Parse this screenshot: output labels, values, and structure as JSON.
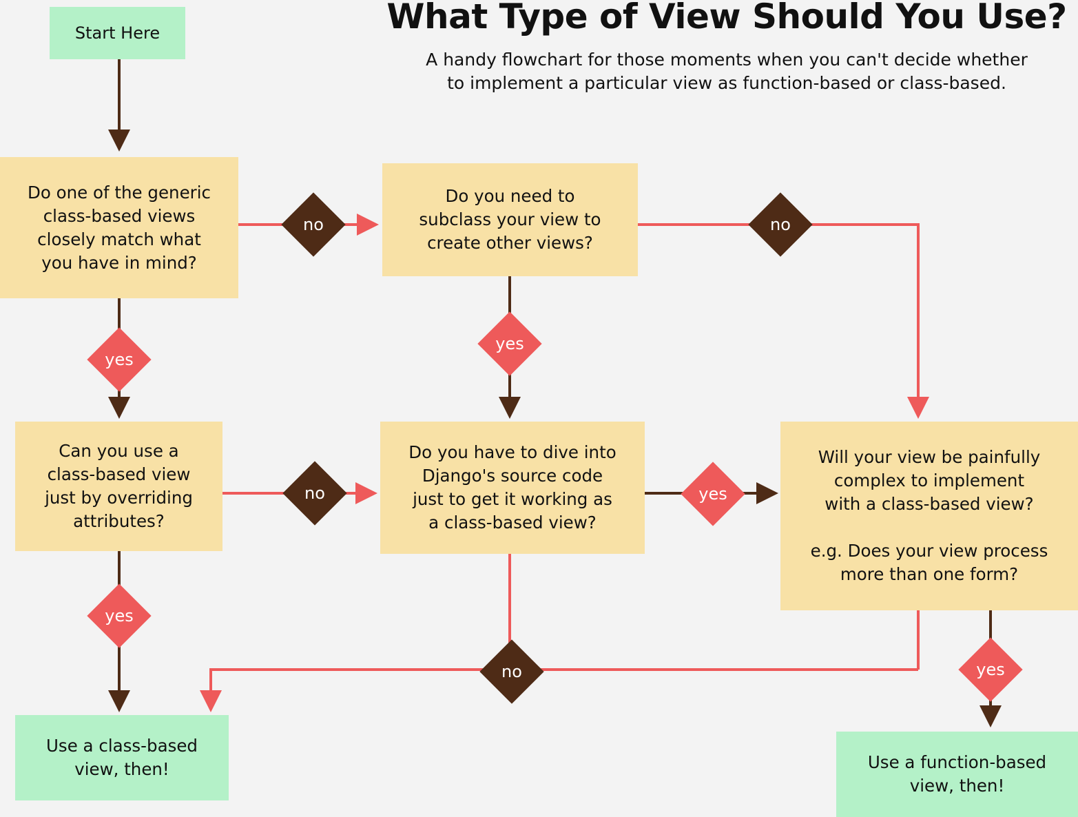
{
  "title": "What Type of View Should You Use?",
  "subtitle": "A handy flowchart for those moments when you can't decide whether\nto implement a particular view as function-based or class-based.",
  "nodes": {
    "start": "Start Here",
    "q_generic": "Do one of the generic\nclass-based views\nclosely match what\nyou have in mind?",
    "q_subclass": "Do you need to\nsubclass your view to\ncreate other views?",
    "q_override": "Can you use a\nclass-based view\njust by overriding\nattributes?",
    "q_source": "Do you have to dive into\nDjango's source code\njust to get it working as\na class-based view?",
    "q_complex": "Will your view be painfully\ncomplex to implement\nwith a class-based view?\n\ne.g. Does your view process\nmore than one form?",
    "end_class": "Use a class-based\nview, then!",
    "end_function": "Use a function-based\nview, then!"
  },
  "decisions": {
    "d1": "no",
    "d2": "no",
    "d3": "yes",
    "d4": "yes",
    "d5": "no",
    "d6": "yes",
    "d7": "yes",
    "d8": "no",
    "d9": "yes"
  },
  "colors": {
    "background": "#f3f3f3",
    "terminal": "#b4f1c8",
    "question": "#f8e1a6",
    "yes_path": "#4e2b16",
    "no_path": "#ee5a5a"
  }
}
